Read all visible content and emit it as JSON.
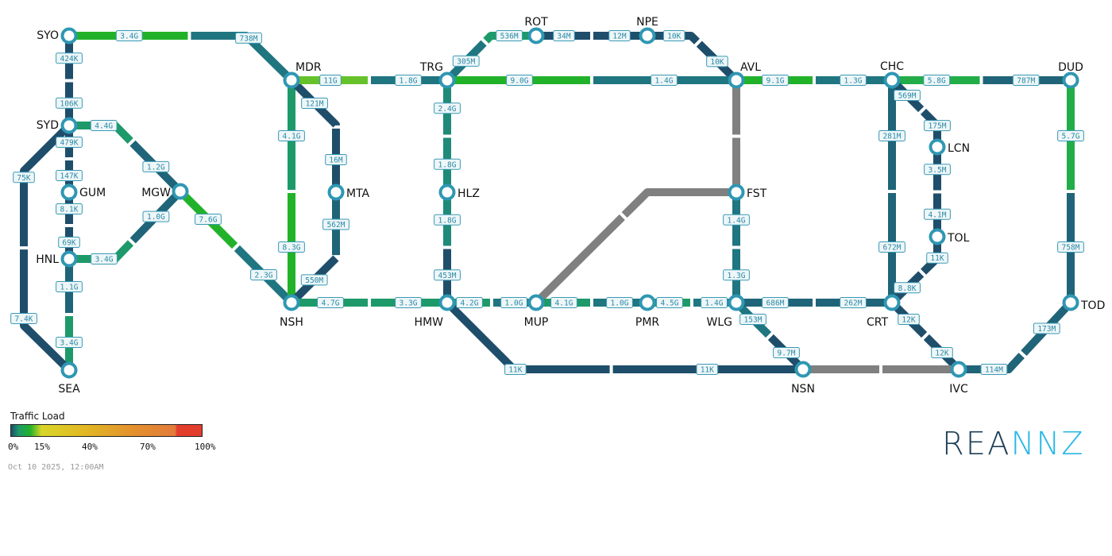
{
  "colors": {
    "navy": "#1f4e6b",
    "navy_teal": "#1f6478",
    "teal": "#1f7580",
    "teal_green": "#1f8a78",
    "green_teal": "#1e9a6a",
    "green": "#22ad48",
    "bright_green": "#22b22a",
    "lime": "#66c22a",
    "gray": "#808080",
    "node_ring": "#2f97b3"
  },
  "nodes": [
    "SYO",
    "SYD",
    "GUM",
    "HNL",
    "SEA",
    "MGW",
    "MDR",
    "NSH",
    "MTA",
    "TRG",
    "HLZ",
    "HMW",
    "ROT",
    "NPE",
    "AVL",
    "FST",
    "MUP",
    "PMR",
    "WLG",
    "CHC",
    "DUD",
    "LCN",
    "TOL",
    "CRT",
    "TOD",
    "NSN",
    "IVC"
  ],
  "links": [
    {
      "a": "SYO",
      "b": "MDR",
      "a_label": "3.4G",
      "a_color": "bright_green",
      "b_label": "738M",
      "b_color": "teal"
    },
    {
      "a": "SYO",
      "b": "SYD",
      "a_label": "424K",
      "a_color": "navy",
      "b_label": "106K",
      "b_color": "navy"
    },
    {
      "a": "SYD",
      "b": "GUM",
      "a_label": "479K",
      "a_color": "navy",
      "b_label": "147K",
      "b_color": "navy"
    },
    {
      "a": "GUM",
      "b": "HNL",
      "a_label": "8.1K",
      "a_color": "navy",
      "b_label": "69K",
      "b_color": "navy"
    },
    {
      "a": "HNL",
      "b": "SEA",
      "a_label": "1.1G",
      "a_color": "navy_teal",
      "b_label": "3.4G",
      "b_color": "green_teal"
    },
    {
      "a": "SYD",
      "b": "SEA",
      "a_label": "75K",
      "a_color": "navy",
      "b_label": "7.4K",
      "b_color": "navy"
    },
    {
      "a": "SYD",
      "b": "MGW",
      "a_label": "4.4G",
      "a_color": "green_teal",
      "b_label": "1.2G",
      "b_color": "navy_teal"
    },
    {
      "a": "HNL",
      "b": "MGW",
      "a_label": "3.4G",
      "a_color": "green_teal",
      "b_label": "1.0G",
      "b_color": "navy_teal"
    },
    {
      "a": "MGW",
      "b": "NSH",
      "a_label": "7.6G",
      "a_color": "bright_green",
      "b_label": "2.3G",
      "b_color": "teal"
    },
    {
      "a": "MDR",
      "b": "NSH",
      "a_label": "4.1G",
      "a_color": "green_teal",
      "b_label": "8.3G",
      "b_color": "bright_green"
    },
    {
      "a": "MDR",
      "b": "MTA",
      "a_label": "121M",
      "a_color": "navy",
      "b_label": "16M",
      "b_color": "navy"
    },
    {
      "a": "MTA",
      "b": "NSH",
      "a_label": "562M",
      "a_color": "navy_teal",
      "b_label": "550M",
      "b_color": "navy"
    },
    {
      "a": "MDR",
      "b": "TRG",
      "a_label": "11G",
      "a_color": "lime",
      "b_label": "1.8G",
      "b_color": "teal"
    },
    {
      "a": "NSH",
      "b": "HMW",
      "a_label": "4.7G",
      "a_color": "green_teal",
      "b_label": "3.3G",
      "b_color": "green_teal"
    },
    {
      "a": "TRG",
      "b": "HLZ",
      "a_label": "2.4G",
      "a_color": "teal_green",
      "b_label": "1.8G",
      "b_color": "teal_green"
    },
    {
      "a": "HLZ",
      "b": "HMW",
      "a_label": "1.8G",
      "a_color": "teal_green",
      "b_label": "453M",
      "b_color": "navy"
    },
    {
      "a": "TRG",
      "b": "ROT",
      "a_label": "305M",
      "a_color": "teal",
      "b_label": "536M",
      "b_color": "green_teal"
    },
    {
      "a": "ROT",
      "b": "NPE",
      "a_label": "34M",
      "a_color": "navy",
      "b_label": "12M",
      "b_color": "navy"
    },
    {
      "a": "NPE",
      "b": "AVL",
      "a_label": "10K",
      "a_color": "navy",
      "b_label": "10K",
      "b_color": "navy"
    },
    {
      "a": "TRG",
      "b": "AVL",
      "a_label": "9.0G",
      "a_color": "bright_green",
      "b_label": "1.4G",
      "b_color": "teal"
    },
    {
      "a": "AVL",
      "b": "FST",
      "a_label": "",
      "a_color": "gray",
      "b_label": "",
      "b_color": "gray"
    },
    {
      "a": "FST",
      "b": "MUP",
      "a_label": "",
      "a_color": "gray",
      "b_label": "",
      "b_color": "gray"
    },
    {
      "a": "HMW",
      "b": "MUP",
      "a_label": "4.2G",
      "a_color": "green_teal",
      "b_label": "1.0G",
      "b_color": "teal"
    },
    {
      "a": "MUP",
      "b": "PMR",
      "a_label": "4.1G",
      "a_color": "green_teal",
      "b_label": "1.0G",
      "b_color": "teal"
    },
    {
      "a": "PMR",
      "b": "WLG",
      "a_label": "4.5G",
      "a_color": "green_teal",
      "b_label": "1.4G",
      "b_color": "teal"
    },
    {
      "a": "FST",
      "b": "WLG",
      "a_label": "1.4G",
      "a_color": "teal",
      "b_label": "1.3G",
      "b_color": "teal"
    },
    {
      "a": "HMW",
      "b": "NSN",
      "a_label": "11K",
      "a_color": "navy",
      "b_label": "11K",
      "b_color": "navy"
    },
    {
      "a": "WLG",
      "b": "NSN",
      "a_label": "153M",
      "a_color": "teal",
      "b_label": "9.7M",
      "b_color": "navy"
    },
    {
      "a": "AVL",
      "b": "CHC",
      "a_label": "9.1G",
      "a_color": "bright_green",
      "b_label": "1.3G",
      "b_color": "teal"
    },
    {
      "a": "CHC",
      "b": "DUD",
      "a_label": "5.8G",
      "a_color": "green",
      "b_label": "787M",
      "b_color": "navy_teal"
    },
    {
      "a": "CHC",
      "b": "CRT",
      "a_label": "281M",
      "a_color": "navy_teal",
      "b_label": "672M",
      "b_color": "navy_teal"
    },
    {
      "a": "CHC",
      "b": "LCN",
      "a_label": "569M",
      "a_color": "navy",
      "b_label": "175M",
      "b_color": "navy"
    },
    {
      "a": "LCN",
      "b": "TOL",
      "a_label": "3.5M",
      "a_color": "navy",
      "b_label": "4.1M",
      "b_color": "navy"
    },
    {
      "a": "TOL",
      "b": "CRT",
      "a_label": "11K",
      "a_color": "navy",
      "b_label": "8.8K",
      "b_color": "navy"
    },
    {
      "a": "WLG",
      "b": "CRT",
      "a_label": "686M",
      "a_color": "navy_teal",
      "b_label": "262M",
      "b_color": "navy_teal"
    },
    {
      "a": "CRT",
      "b": "IVC",
      "a_label": "12K",
      "a_color": "navy",
      "b_label": "12K",
      "b_color": "navy"
    },
    {
      "a": "NSN",
      "b": "IVC",
      "a_label": "",
      "a_color": "gray",
      "b_label": "",
      "b_color": "gray"
    },
    {
      "a": "IVC",
      "b": "TOD",
      "a_label": "114M",
      "a_color": "navy_teal",
      "b_label": "173M",
      "b_color": "navy_teal"
    },
    {
      "a": "DUD",
      "b": "TOD",
      "a_label": "5.7G",
      "a_color": "green",
      "b_label": "758M",
      "b_color": "navy_teal"
    }
  ],
  "legend": {
    "title": "Traffic Load",
    "ticks": [
      "0%",
      "15%",
      "40%",
      "70%",
      "100%"
    ]
  },
  "timestamp": "Oct 10 2025, 12:00AM",
  "logo": {
    "part1": "REA",
    "part2": "NNZ"
  }
}
